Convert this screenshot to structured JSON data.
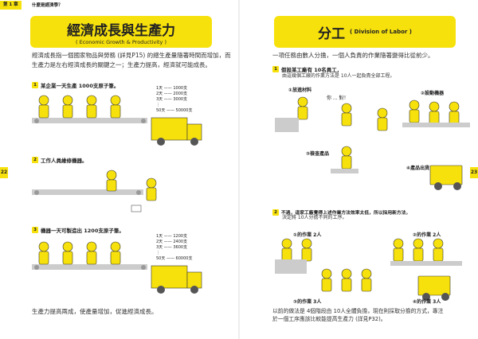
{
  "header": {
    "chapter": "第 1 章",
    "chapter_title": "什麼是經濟學？"
  },
  "left": {
    "page_number": "22",
    "title": "經濟成長與生產力",
    "subtitle": "( Economic Growth & Productivity )",
    "intro_lines": [
      "經濟成長指一個國家物品與勞務 (詳見P15) 的總生產量隨著時間而增加，而",
      "生產力是左右經濟成長的關鍵之一；生產力提高，經濟就可能成長。"
    ],
    "steps": [
      {
        "n": "1",
        "text": "某企業一天生產 1000支原子筆。"
      },
      {
        "n": "2",
        "text": "工作人員維修機器。"
      },
      {
        "n": "3",
        "text": "機器一天可製造出 1200支原子筆。"
      }
    ],
    "counts1": [
      "1天 —— 1000支",
      "2天 —— 2000支",
      "3天 —— 3000支",
      "⋮",
      "50天 —— 50000支"
    ],
    "counts3": [
      "1天 —— 1200支",
      "2天 —— 2400支",
      "3天 —— 3600支",
      "⋮",
      "50天 —— 60000支"
    ],
    "conclusion": "生產力提高兩成，使產量增加，促進經濟成長。"
  },
  "right": {
    "page_number": "23",
    "title": "分工",
    "title_en": "( Division of Labor )",
    "intro": "一項任務由數人分擔，一個人負責的作業隨著變得比從前少。",
    "step1": "假設某工廠有 10名員工，",
    "step1b": "由這幾個工廠的作業方法是 10人一起負責全部工程。",
    "stages1": [
      "①放進材料",
      "②設動機器",
      "③檢查產品",
      "④產品出貨"
    ],
    "speech": "你 ... 對！",
    "step2": "不過，這家工廠覺得上述作業方法效率太低，所以採用新方法，",
    "step2b": "決定將 10人分擔不同的工序。",
    "stages2": [
      "①的作業 2人",
      "②的作業 2人",
      "③的作業 3人",
      "④的作業 3人"
    ],
    "conclusion": [
      "以前的做法是 4個階段由 10人全體負擔，現在則採取分擔的方式，專注",
      "於一個工序應該比較能提高生產力 (詳見P32)。"
    ]
  },
  "colors": {
    "accent": "#f7e10c",
    "ink": "#222222"
  }
}
